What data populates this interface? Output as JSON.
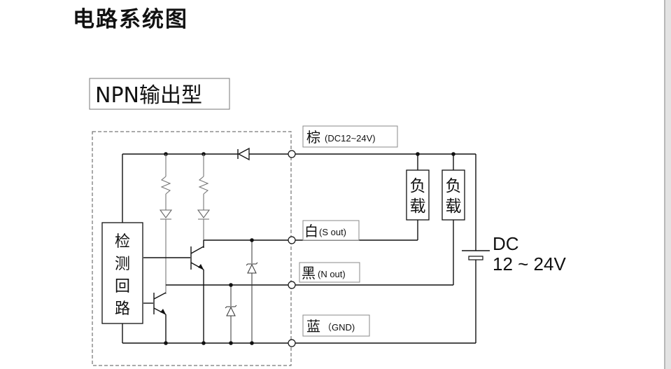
{
  "title": "电路系统图",
  "output_type": "NPN输出型",
  "terminals": {
    "brown": {
      "name": "棕",
      "detail": "(DC12~24V)"
    },
    "white": {
      "name": "白",
      "detail": "(S out)"
    },
    "black": {
      "name": "黑",
      "detail": "(N out)"
    },
    "blue": {
      "name": "蓝",
      "detail": "（GND)"
    }
  },
  "detection_circuit": [
    "检",
    "测",
    "回",
    "路"
  ],
  "loads": [
    [
      "负",
      "载"
    ],
    [
      "负",
      "载"
    ]
  ],
  "power": {
    "label": "DC",
    "range": "12 ~ 24V"
  },
  "colors": {
    "line": "#111111",
    "label_border": "#888888",
    "dashed_box": "#555555"
  }
}
